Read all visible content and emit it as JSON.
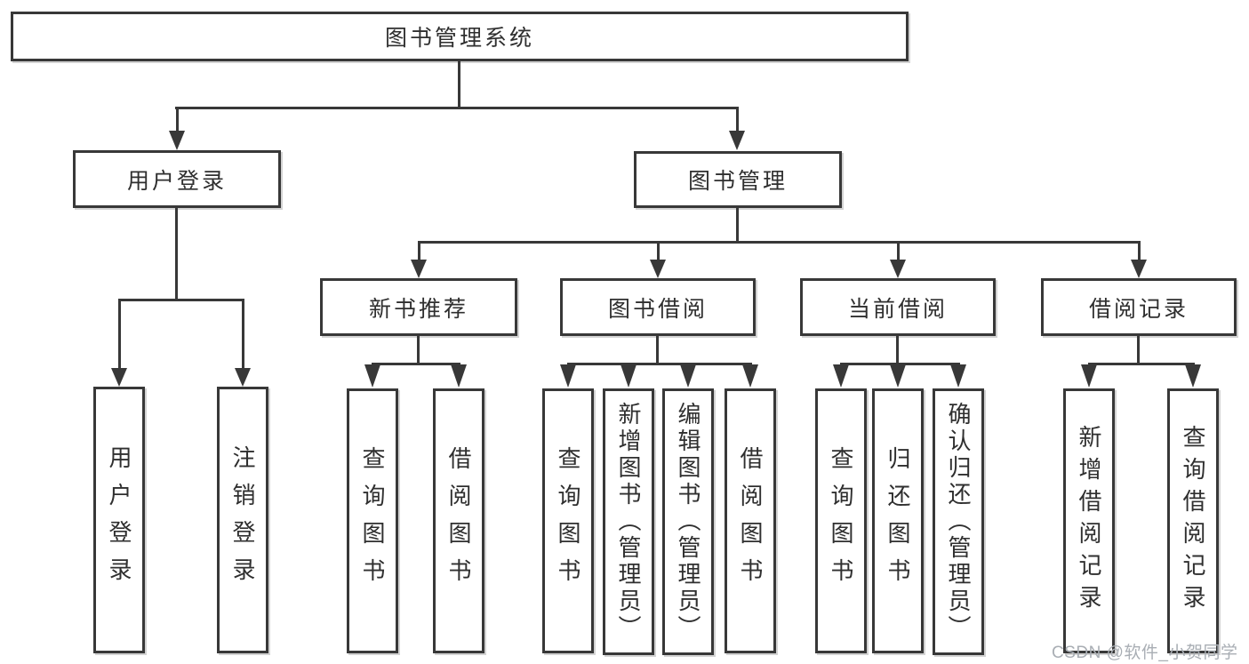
{
  "tree": {
    "root": "图书管理系统",
    "level2": [
      "用户登录",
      "图书管理"
    ],
    "level3": [
      "新书推荐",
      "图书借阅",
      "当前借阅",
      "借阅记录"
    ],
    "leaves": {
      "user_login": [
        "用户登录",
        "注销登录"
      ],
      "new_book_recommend": [
        "查询图书",
        "借阅图书"
      ],
      "book_borrow": [
        "查询图书",
        "新增图书（管理员）",
        "编辑图书（管理员）",
        "借阅图书"
      ],
      "current_borrow": [
        "查询图书",
        "归还图书",
        "确认归还（管理员）"
      ],
      "borrow_record": [
        "新增借阅记录",
        "查询借阅记录"
      ]
    }
  },
  "watermark": "CSDN @软件_小贺同学",
  "colors": {
    "line": "#383838",
    "background": "#ffffff",
    "text": "#2f2f2f",
    "watermark": "#a9aeb4"
  }
}
